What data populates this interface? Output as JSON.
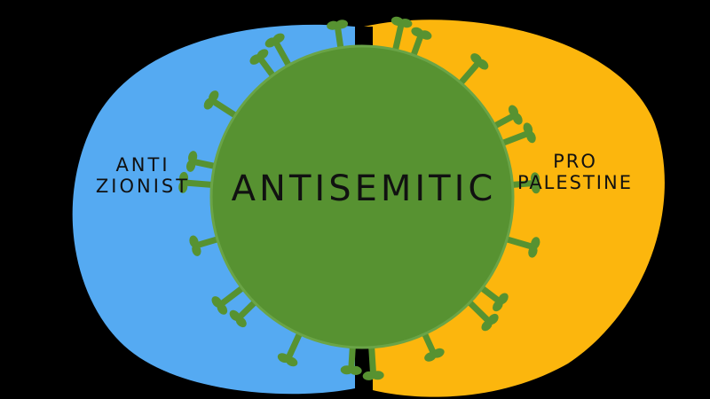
{
  "diagram": {
    "left_set": {
      "label": "ANTI\nZIONIST",
      "color": "#55aaf2"
    },
    "right_set": {
      "label": "PRO\nPALESTINE",
      "color": "#fcb60d"
    },
    "center": {
      "label": "ANTISEMITIC",
      "color": "#579231",
      "icon": "virus-icon"
    },
    "background_color": "#000000"
  }
}
